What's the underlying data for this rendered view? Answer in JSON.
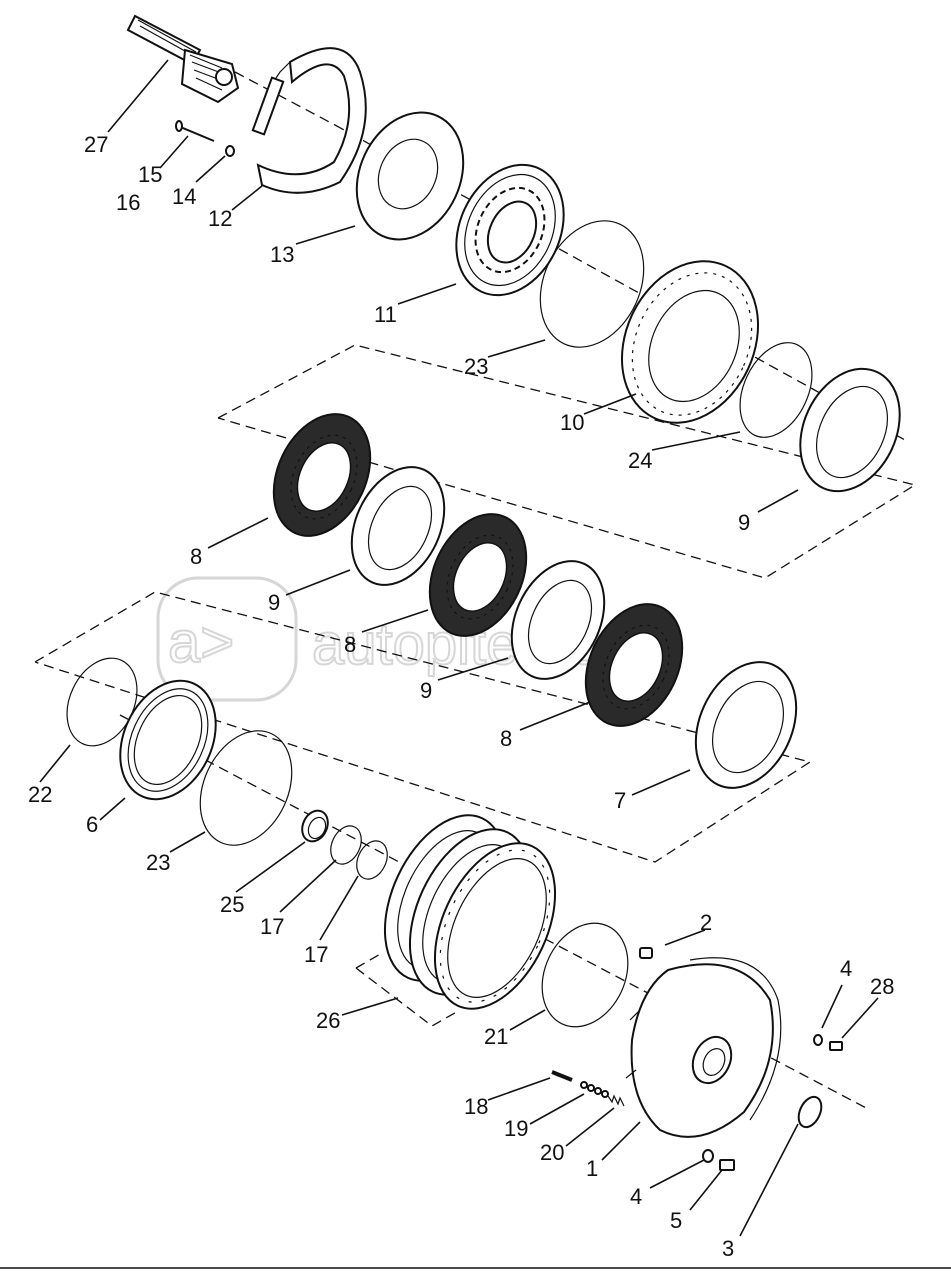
{
  "watermark": "autopiter.ru",
  "labels": [
    {
      "id": "27",
      "text": "27"
    },
    {
      "id": "15",
      "text": "15"
    },
    {
      "id": "16",
      "text": "16"
    },
    {
      "id": "14",
      "text": "14"
    },
    {
      "id": "12",
      "text": "12"
    },
    {
      "id": "13",
      "text": "13"
    },
    {
      "id": "11",
      "text": "11"
    },
    {
      "id": "23a",
      "text": "23"
    },
    {
      "id": "10",
      "text": "10"
    },
    {
      "id": "24",
      "text": "24"
    },
    {
      "id": "9a",
      "text": "9"
    },
    {
      "id": "8a",
      "text": "8"
    },
    {
      "id": "9b",
      "text": "9"
    },
    {
      "id": "8b",
      "text": "8"
    },
    {
      "id": "9c",
      "text": "9"
    },
    {
      "id": "8c",
      "text": "8"
    },
    {
      "id": "7",
      "text": "7"
    },
    {
      "id": "22",
      "text": "22"
    },
    {
      "id": "6",
      "text": "6"
    },
    {
      "id": "23b",
      "text": "23"
    },
    {
      "id": "25",
      "text": "25"
    },
    {
      "id": "17a",
      "text": "17"
    },
    {
      "id": "17b",
      "text": "17"
    },
    {
      "id": "26",
      "text": "26"
    },
    {
      "id": "21",
      "text": "21"
    },
    {
      "id": "2",
      "text": "2"
    },
    {
      "id": "4a",
      "text": "4"
    },
    {
      "id": "28",
      "text": "28"
    },
    {
      "id": "18",
      "text": "18"
    },
    {
      "id": "19",
      "text": "19"
    },
    {
      "id": "20",
      "text": "20"
    },
    {
      "id": "1",
      "text": "1"
    },
    {
      "id": "4b",
      "text": "4"
    },
    {
      "id": "5",
      "text": "5"
    },
    {
      "id": "3",
      "text": "3"
    }
  ]
}
